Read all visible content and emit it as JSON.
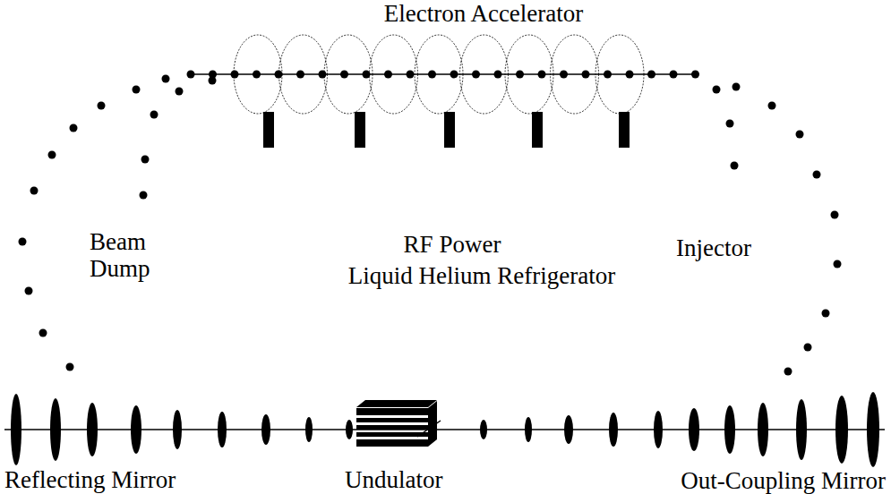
{
  "diagram": {
    "labels": [
      "Electron Accelerator",
      "Beam Dump",
      "RF Power",
      "Liquid Helium Refrigerator",
      "Injector",
      "Reflecting Mirror",
      "Undulator",
      "Out-Coupling Mirror"
    ]
  }
}
